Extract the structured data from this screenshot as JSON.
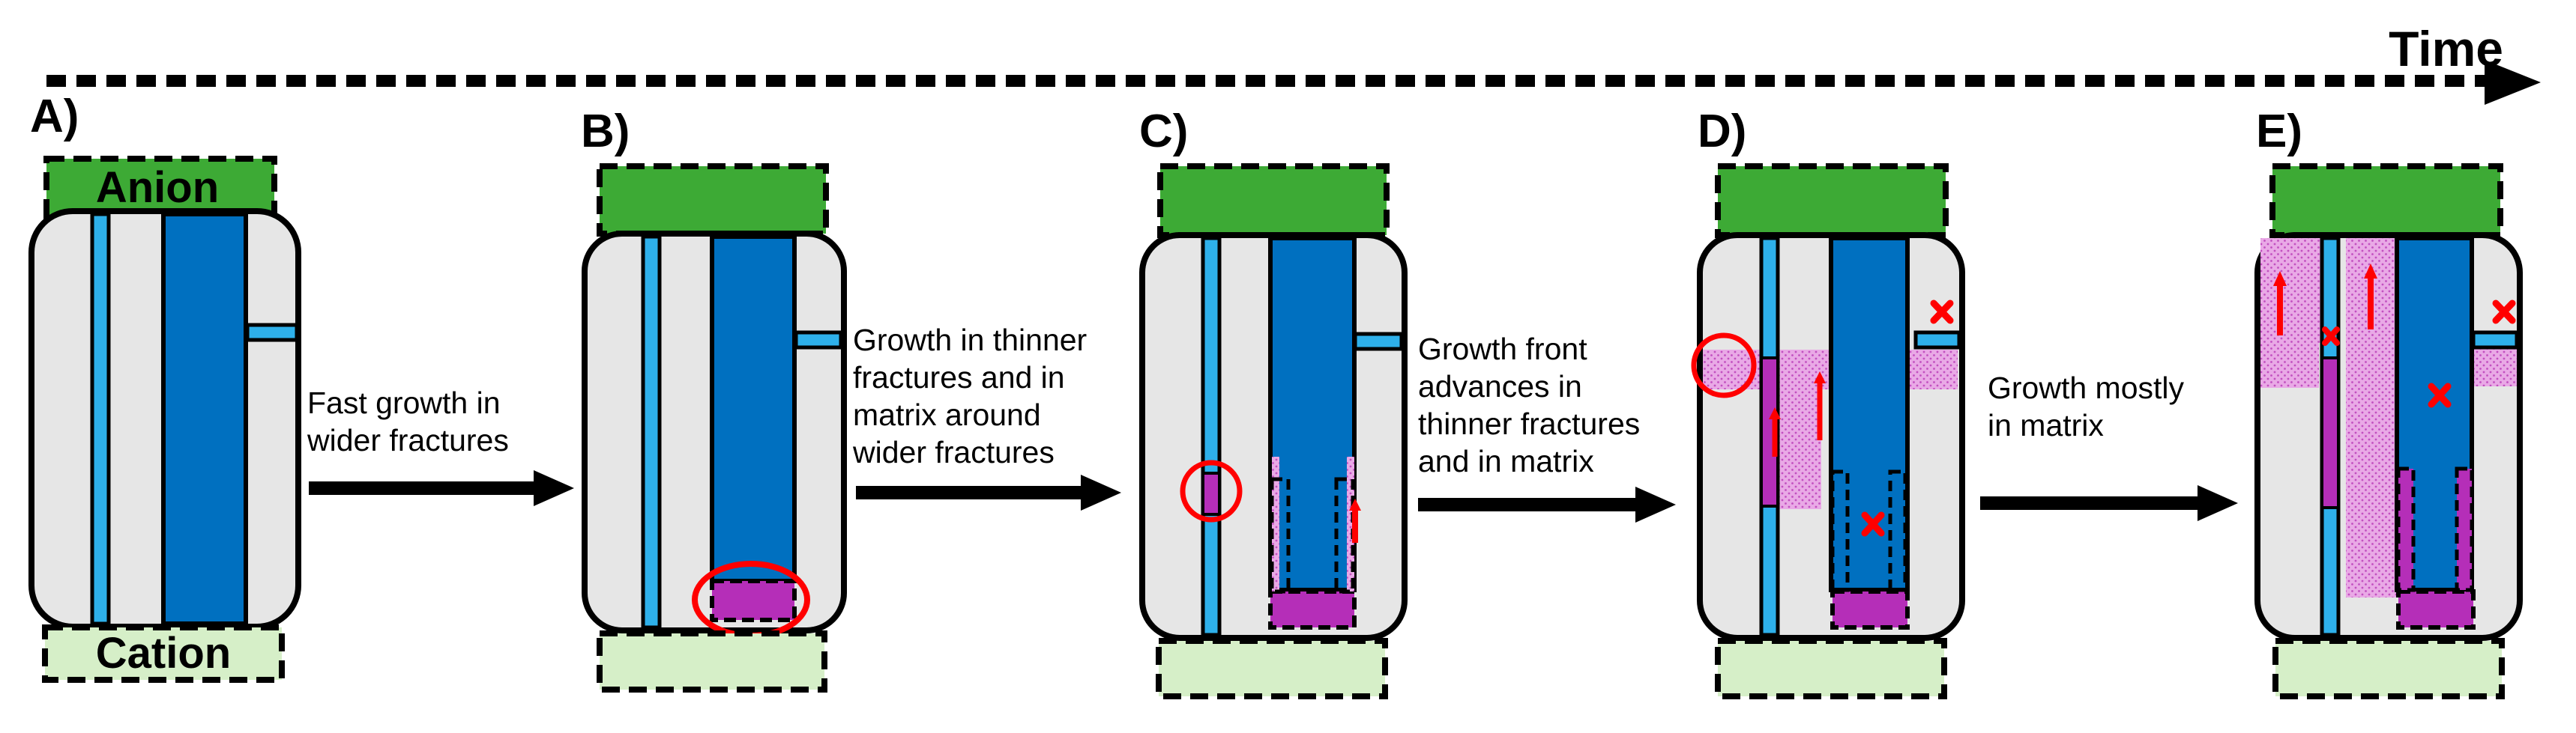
{
  "time_label": "Time",
  "anion_label": "Anion",
  "cation_label": "Cation",
  "panels": [
    {
      "letter": "A)"
    },
    {
      "letter": "B)"
    },
    {
      "letter": "C)"
    },
    {
      "letter": "D)"
    },
    {
      "letter": "E)"
    }
  ],
  "transitions": [
    {
      "lines": [
        "Fast growth in",
        "wider fractures"
      ]
    },
    {
      "lines": [
        "Growth in thinner",
        "fractures and in",
        "matrix around",
        "wider fractures"
      ]
    },
    {
      "lines": [
        "Growth front",
        "advances in",
        "thinner fractures",
        "and in matrix"
      ]
    },
    {
      "lines": [
        "Growth mostly",
        "in matrix"
      ]
    }
  ],
  "colors": {
    "anion": "#3daa35",
    "cation": "#d6efc8",
    "matrix": "#e6e6e6",
    "wide_fracture": "#0070c0",
    "thin_fracture": "#2eb0ea",
    "precipitate": "#b52eb8",
    "matrix_precipitate": "#e7a6e3",
    "marker": "#ff0000"
  }
}
